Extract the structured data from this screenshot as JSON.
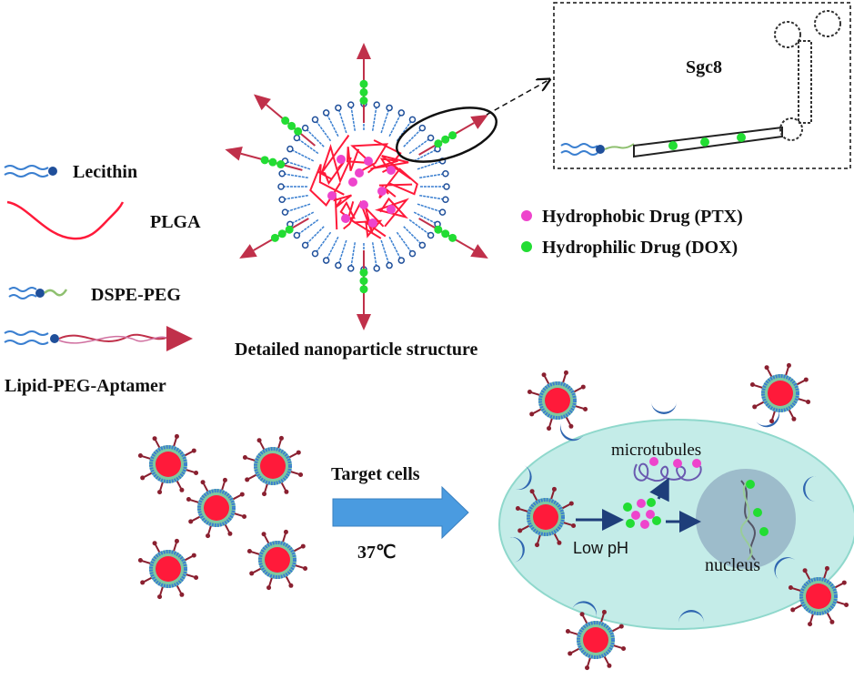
{
  "legend": {
    "lecithin": "Lecithin",
    "plga": "PLGA",
    "dspe_peg": "DSPE-PEG",
    "aptamer": "Lipid-PEG-Aptamer"
  },
  "structure_caption": "Detailed nanoparticle structure",
  "inset": {
    "title": "Sgc8"
  },
  "drugs": {
    "hydrophobic": "Hydrophobic Drug (PTX)",
    "hydrophilic": "Hydrophilic Drug (DOX)"
  },
  "process": {
    "arrow_label": "Target cells",
    "temperature": "37℃"
  },
  "cell": {
    "microtubules": "microtubules",
    "low_ph": "Low pH",
    "nucleus": "nucleus"
  },
  "colors": {
    "plga": "#ff1a3a",
    "lipid": "#3a7fd0",
    "peg": "#8fc070",
    "aptamer": "#c0304a",
    "ptx": "#ee44cc",
    "dox": "#22dd33",
    "arrow": "#4a9be0",
    "cell": "#c4ece8",
    "nucleus": "#9dbccb",
    "receptor": "#2f66b0"
  }
}
